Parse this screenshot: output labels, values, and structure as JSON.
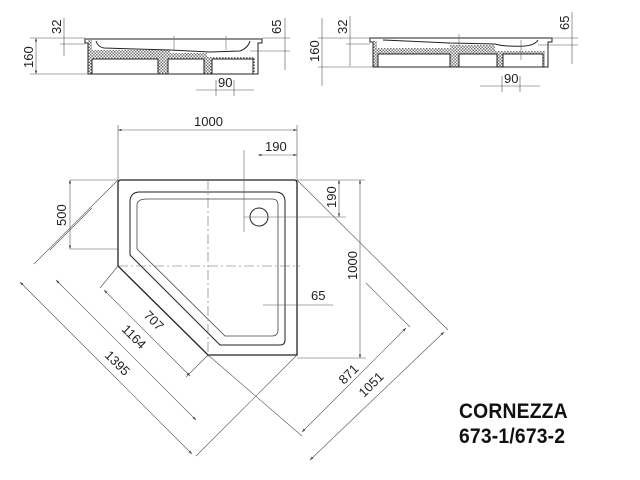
{
  "product": {
    "name": "CORNEZZA",
    "model": "673-1/673-2"
  },
  "side_view_1": {
    "dims": {
      "height_total": "160",
      "rim_height": "32",
      "drain_depth": "65",
      "drain_width": "90"
    }
  },
  "side_view_2": {
    "dims": {
      "height_total": "160",
      "rim_height": "32",
      "drain_depth": "65",
      "drain_width": "90"
    }
  },
  "plan_view": {
    "dims": {
      "width_top": "1000",
      "drain_offset_x": "190",
      "drain_offset_y": "190",
      "height_right": "1000",
      "left_side": "500",
      "rim_width": "65",
      "diag_front": "707",
      "diag_1164": "1164",
      "diag_1395": "1395",
      "diag_871": "871",
      "diag_1051": "1051"
    }
  }
}
